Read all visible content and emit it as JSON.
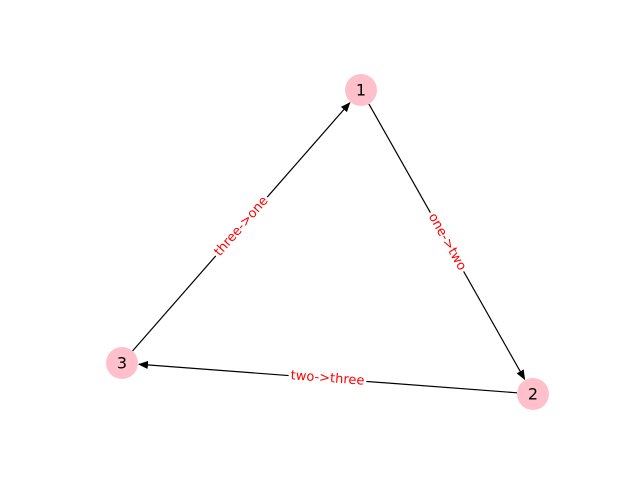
{
  "colors": {
    "node_fill": "#ffc0cb",
    "edge_stroke": "#000000",
    "label_text": "#ff0000",
    "label_bg": "#ffffff"
  },
  "nodes": [
    {
      "id": "1",
      "label": "1"
    },
    {
      "id": "2",
      "label": "2"
    },
    {
      "id": "3",
      "label": "3"
    }
  ],
  "edges": [
    {
      "from": "1",
      "to": "2",
      "label": "one->two"
    },
    {
      "from": "2",
      "to": "3",
      "label": "two->three"
    },
    {
      "from": "3",
      "to": "1",
      "label": "three->one"
    }
  ]
}
